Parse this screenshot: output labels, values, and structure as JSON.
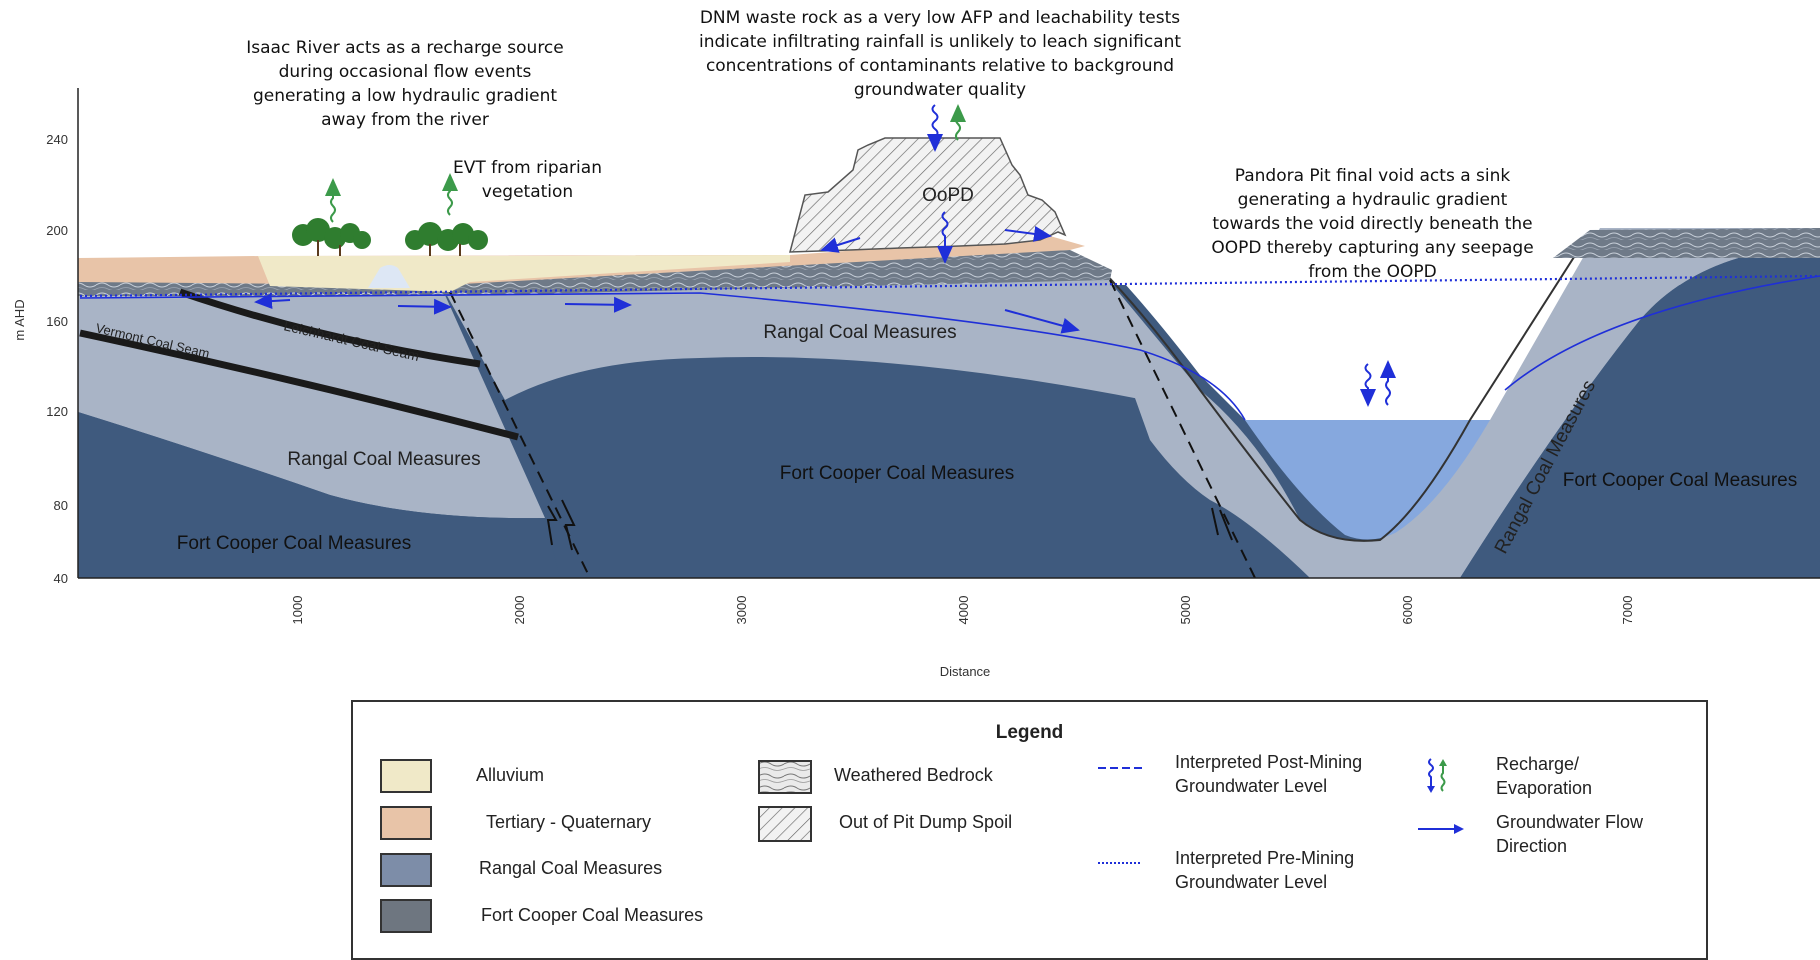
{
  "annotations": {
    "isaac_river": "Isaac River acts as a recharge source during occasional flow events generating a low hydraulic gradient away from the river",
    "evt": "EVT from riparian vegetation",
    "dnm": "DNM waste rock as a very low AFP and leachability tests indicate infiltrating rainfall is unlikely to leach significant concentrations of contaminants relative to background groundwater quality",
    "pandora": "Pandora Pit final void acts a sink generating a hydraulic gradient towards the void directly beneath the OOPD thereby capturing any seepage from the OOPD"
  },
  "labels": {
    "oopd": "OoPD",
    "vermont": "Vermont Coal Seam",
    "leichhardt": "Leichhardt Coal Seam",
    "rangal_left": "Rangal Coal Measures",
    "rangal_top": "Rangal Coal Measures",
    "rangal_right": "Rangal Coal Measures",
    "fortcooper_left": "Fort Cooper Coal Measures",
    "fortcooper_mid": "Fort Cooper Coal Measures",
    "fortcooper_right": "Fort Cooper Coal Measures"
  },
  "axes": {
    "ylabel": "m AHD",
    "xlabel": "Distance",
    "yticks": [
      "240",
      "200",
      "160",
      "120",
      "80",
      "40"
    ],
    "xticks": [
      "1000",
      "2000",
      "3000",
      "4000",
      "5000",
      "6000",
      "7000"
    ]
  },
  "legend": {
    "title": "Legend",
    "alluvium": "Alluvium",
    "tertiary": "Tertiary - Quaternary",
    "rangal": "Rangal Coal Measures",
    "fortcooper": "Fort Cooper Coal Measures",
    "weathered": "Weathered Bedrock",
    "spoil": "Out of Pit Dump Spoil",
    "post_mining": "Interpreted Post-Mining Groundwater Level",
    "pre_mining": "Interpreted Pre-Mining Groundwater Level",
    "recharge": "Recharge/ Evaporation",
    "flow": "Groundwater Flow Direction"
  },
  "colors": {
    "alluvium": "#f0e9c8",
    "tertiary": "#e8c4a8",
    "rangal": "#a9b4c6",
    "fortcooper": "#3f5a7e",
    "water": "#86a8de",
    "groundwater_line": "#1f2fd8"
  }
}
